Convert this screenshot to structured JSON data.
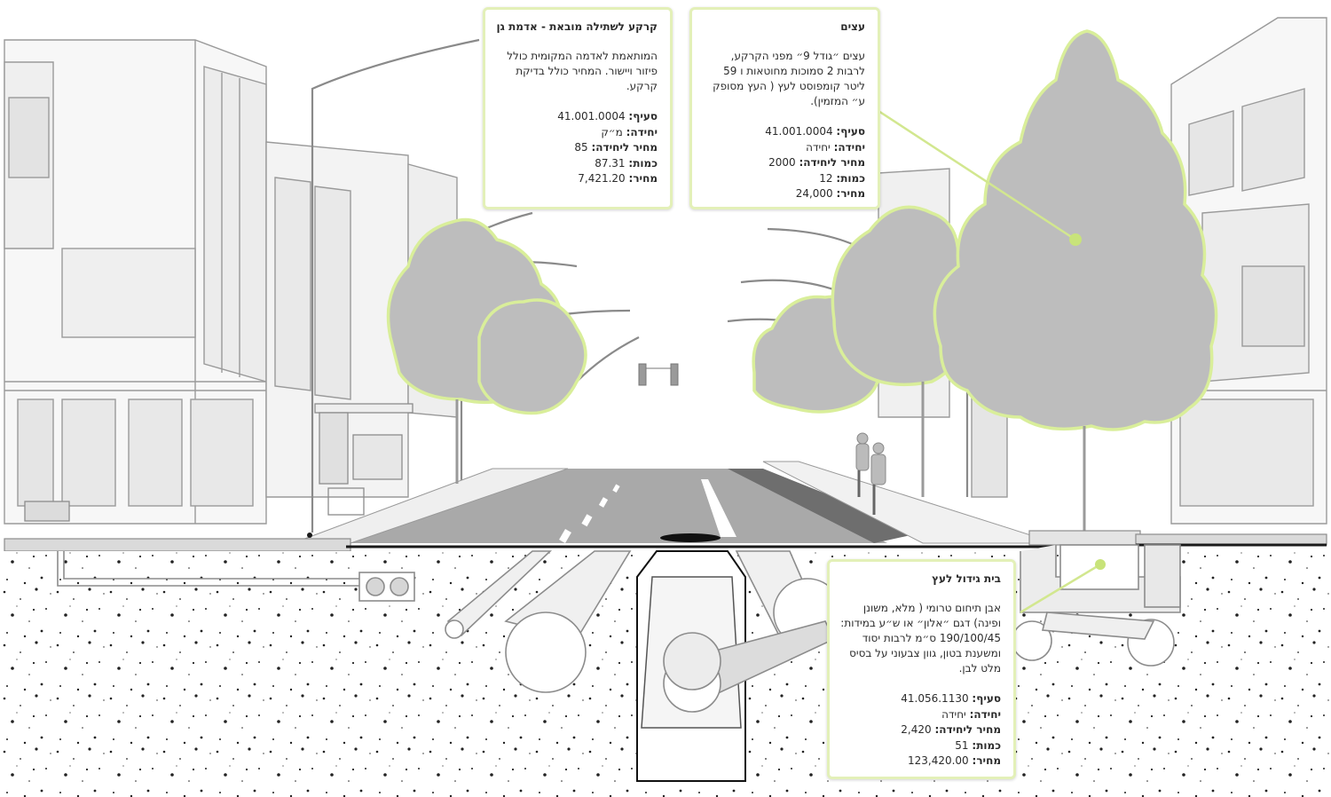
{
  "callouts": {
    "soil": {
      "title": "קרקע לשתילה מובאת - אדמת גן",
      "desc": "המותאמת לאדמה המקומית כולל פיזור ויישור. המחיר כולל בדיקת קרקע.",
      "rows": [
        {
          "label": "סעיף:",
          "value": "41.001.0004"
        },
        {
          "label": "יחידה:",
          "value": "מ״ק"
        },
        {
          "label": "מחיר ליחידה:",
          "value": "85"
        },
        {
          "label": "כמות:",
          "value": "87.31"
        },
        {
          "label": "מחיר:",
          "value": "7,421.20"
        }
      ]
    },
    "trees": {
      "title": "עצים",
      "desc": "עצים ״גודל 9״ מפני הקרקע, לרבות 2 סמוכות מחוטאות ו 59 ליטר קומפוסט לעץ ( העץ מסופק ע״ המזמין).",
      "rows": [
        {
          "label": "סעיף:",
          "value": "41.001.0004"
        },
        {
          "label": "יחידה:",
          "value": "יחידה"
        },
        {
          "label": "מחיר ליחידה:",
          "value": "2000"
        },
        {
          "label": "כמות:",
          "value": "12"
        },
        {
          "label": "מחיר:",
          "value": "24,000"
        }
      ]
    },
    "treepit": {
      "title": "בית גידול לעץ",
      "desc": "אבן תיחום טרומי ( מלא, משונן ופינה) דגם ״אלון״ או ש״ע במידות: 190/100/45 ס״מ לרבות יסוד ומשענת בטון, גוון צבעוני על בסיס מלט לבן.",
      "rows": [
        {
          "label": "סעיף:",
          "value": "41.056.1130"
        },
        {
          "label": "יחידה:",
          "value": "יחידה"
        },
        {
          "label": "מחיר ליחידה:",
          "value": "2,420"
        },
        {
          "label": "כמות:",
          "value": "51"
        },
        {
          "label": "מחיר:",
          "value": "123,420.00"
        }
      ]
    }
  },
  "colors": {
    "accent": "#d9ee9a",
    "accent_line": "#c8e37a",
    "tree_fill": "#bdbdbd",
    "road": "#a9a9a9",
    "bike_lane": "#6e6e6e"
  }
}
